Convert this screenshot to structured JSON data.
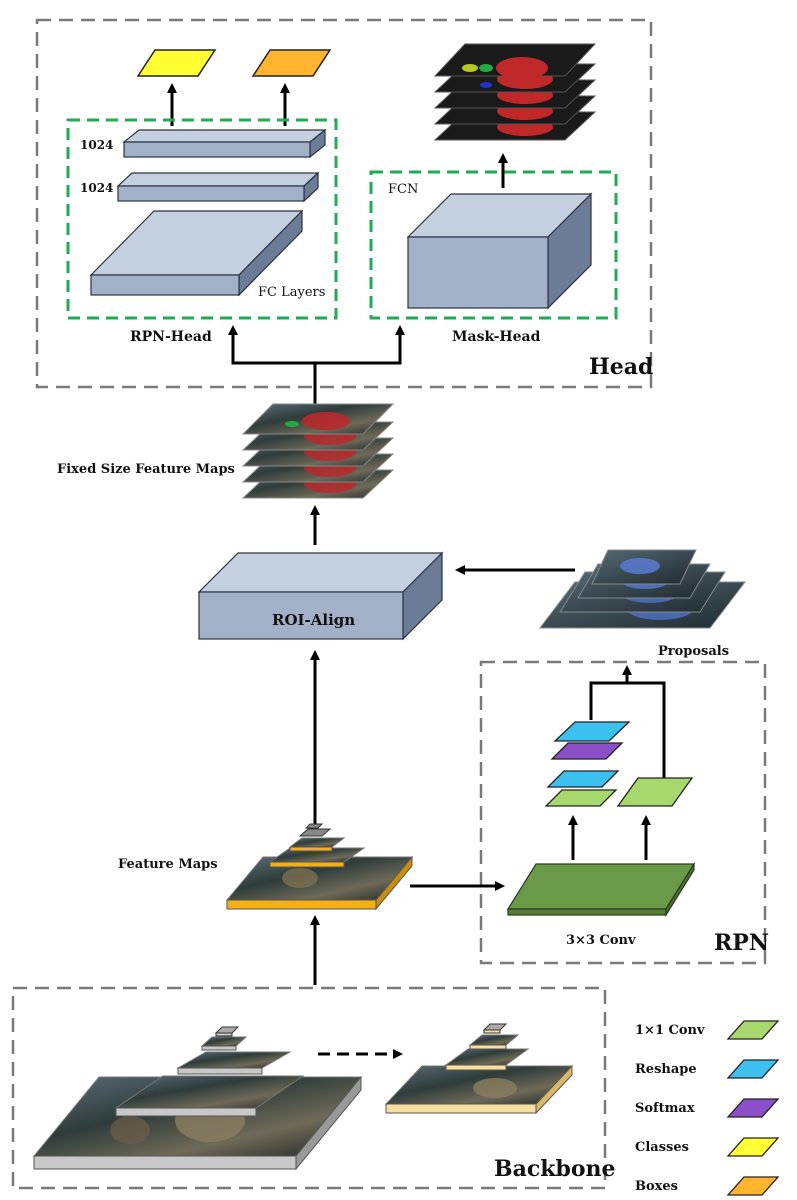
{
  "sections": {
    "head": "Head",
    "rpn": "RPN",
    "backbone": "Backbone"
  },
  "head": {
    "fc_dim_top": "1024",
    "fc_dim_bottom": "1024",
    "fc_layers": "FC Layers",
    "rpn_head": "RPN-Head",
    "fcn": "FCN",
    "mask_head": "Mask-Head"
  },
  "middle": {
    "fixed_size_feature_maps": "Fixed Size Feature Maps",
    "roi_align": "ROI-Align",
    "proposals": "Proposals",
    "feature_maps": "Feature Maps",
    "conv_3x3": "3×3 Conv"
  },
  "legend": [
    {
      "label": "1×1 Conv",
      "color": "#a6d86e"
    },
    {
      "label": "Reshape",
      "color": "#3cc0f0"
    },
    {
      "label": "Softmax",
      "color": "#8b4fc8"
    },
    {
      "label": "Classes",
      "color": "#ffff33"
    },
    {
      "label": "Boxes",
      "color": "#ffb62e"
    }
  ],
  "colors": {
    "block_face": "#a2b0c8",
    "block_side": "#6d7c96",
    "block_top": "#c4cfe0",
    "dashed_green": "#22aa55",
    "dashed_gray": "#7a7a7a",
    "conv_dark_green": "#6a9a48",
    "feature_orange": "#f5b014",
    "backbone_gray": "#c8c8c8",
    "backbone_tan": "#f7dfa0"
  }
}
